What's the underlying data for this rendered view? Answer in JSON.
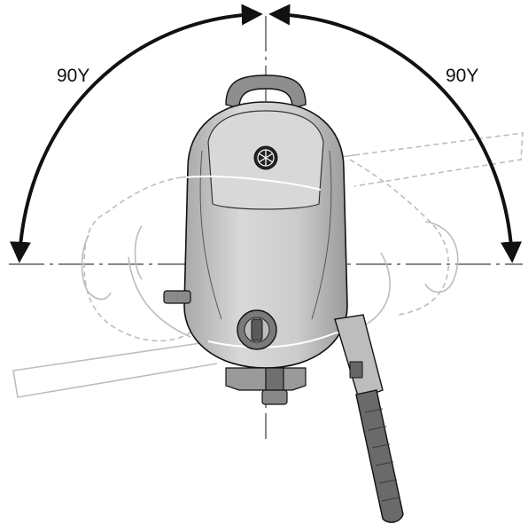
{
  "diagram": {
    "left_angle_label": "90Υ",
    "right_angle_label": "90Υ",
    "emblem": "yamaha-tuning-fork-logo",
    "colors": {
      "outline": "#111111",
      "cowling_fill": "#cfcfcf",
      "cowling_dark": "#8e8e8e",
      "ghost_outline": "#bdbdbd",
      "handle_fill": "#6a6a6a",
      "background": "#ffffff"
    }
  }
}
